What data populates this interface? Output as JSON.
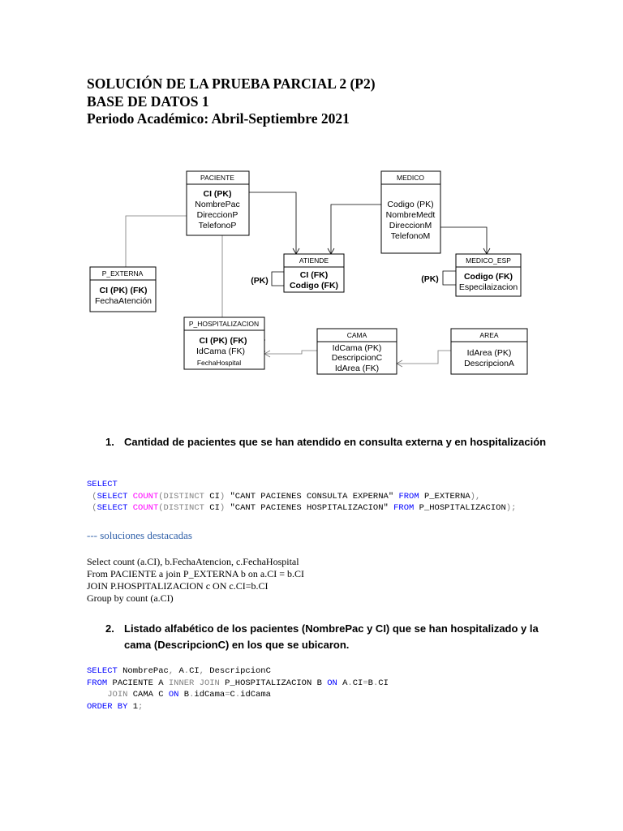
{
  "document": {
    "title_lines": [
      "SOLUCIÓN DE LA PRUEBA PARCIAL 2 (P2)",
      "BASE DE DATOS 1",
      "Periodo Académico:  Abril-Septiembre 2021"
    ]
  },
  "diagram": {
    "entities": [
      {
        "title": "PACIENTE",
        "attrs": [
          "CI  (PK)",
          "NombrePac",
          "DireccionP",
          "TelefonoP"
        ]
      },
      {
        "title": "MEDICO",
        "attrs": [
          "Codigo (PK)",
          "NombreMedt",
          "DireccionM",
          "TelefonoM"
        ]
      },
      {
        "title": "P_EXTERNA",
        "attrs": [
          "CI  (PK) (FK)",
          "FechaAtención"
        ]
      },
      {
        "title": "ATIENDE",
        "attrs": [
          "CI  (FK)",
          "Codigo (FK)"
        ],
        "side_label": "(PK)"
      },
      {
        "title": "MEDICO_ESP",
        "attrs": [
          "Codigo  (FK)",
          "Especilaizacion"
        ],
        "side_label": "(PK)"
      },
      {
        "title": "P_HOSPITALIZACION",
        "attrs": [
          "CI  (PK) (FK)",
          "IdCama  (FK)",
          "FechaHospital"
        ]
      },
      {
        "title": "CAMA",
        "attrs": [
          "IdCama  (PK)",
          "DescripcionC",
          "IdArea (FK)"
        ]
      },
      {
        "title": "AREA",
        "attrs": [
          "IdArea  (PK)",
          "DescripcionA"
        ]
      }
    ]
  },
  "questions": [
    {
      "number": "1.",
      "text": "Cantidad de pacientes que se han atendido en consulta externa y en hospitalización",
      "sql": {
        "select": "SELECT",
        "line1": {
          "open": " (",
          "select": "SELECT",
          "count": "COUNT",
          "distinct": "(DISTINCT",
          "field": " CI",
          "close": ")",
          "alias": " \"CANT PACIENES CONSULTA EXPERNA\" ",
          "from": "FROM",
          "table": " P_EXTERNA",
          "end": "),"
        },
        "line2": {
          "open": " (",
          "select": "SELECT",
          "count": "COUNT",
          "distinct": "(DISTINCT",
          "field": " CI",
          "close": ")",
          "alias": " \"CANT PACIENES HOSPITALIZACION\" ",
          "from": "FROM",
          "table": " P_HOSPITALIZACION",
          "end": ");"
        }
      }
    },
    {
      "number": "2.",
      "text": "Listado alfabético de los pacientes (NombrePac y CI) que se han hospitalizado y la cama (DescripcionC) en los que se ubicaron.",
      "sql": {
        "l1": {
          "kw": "SELECT",
          "rest1": " NombrePac",
          "comma1": ",",
          "rest2": " A",
          "dot": ".",
          "rest3": "CI",
          "comma2": ",",
          "rest4": " DescripcionC"
        },
        "l2": {
          "kw": "FROM",
          "t1": " PACIENTE A ",
          "join": "INNER JOIN",
          "t2": " P_HOSPITALIZACION B ",
          "on": "ON",
          "c1": " A",
          "d1": ".",
          "c2": "CI",
          "eq": "=",
          "c3": "B",
          "d2": ".",
          "c4": "CI"
        },
        "l3": {
          "indent": "    ",
          "join": "JOIN",
          "t": " CAMA C ",
          "on": "ON",
          "c1": " B",
          "d1": ".",
          "c2": "idCama",
          "eq": "=",
          "c3": "C",
          "d2": ".",
          "c4": "idCama"
        },
        "l4": {
          "kw": "ORDER BY",
          "val": " 1",
          "end": ";"
        }
      }
    }
  ],
  "comment": "---  soluciones destacadas",
  "solution_lines": [
    "Select count (a.CI), b.FechaAtencion, c.FechaHospital",
    "From  PACIENTE a join P_EXTERNA b on a.CI = b.CI",
    "JOIN P.HOSPITALIZACION c ON c.CI=b.CI",
    "Group by count (a.CI)"
  ]
}
